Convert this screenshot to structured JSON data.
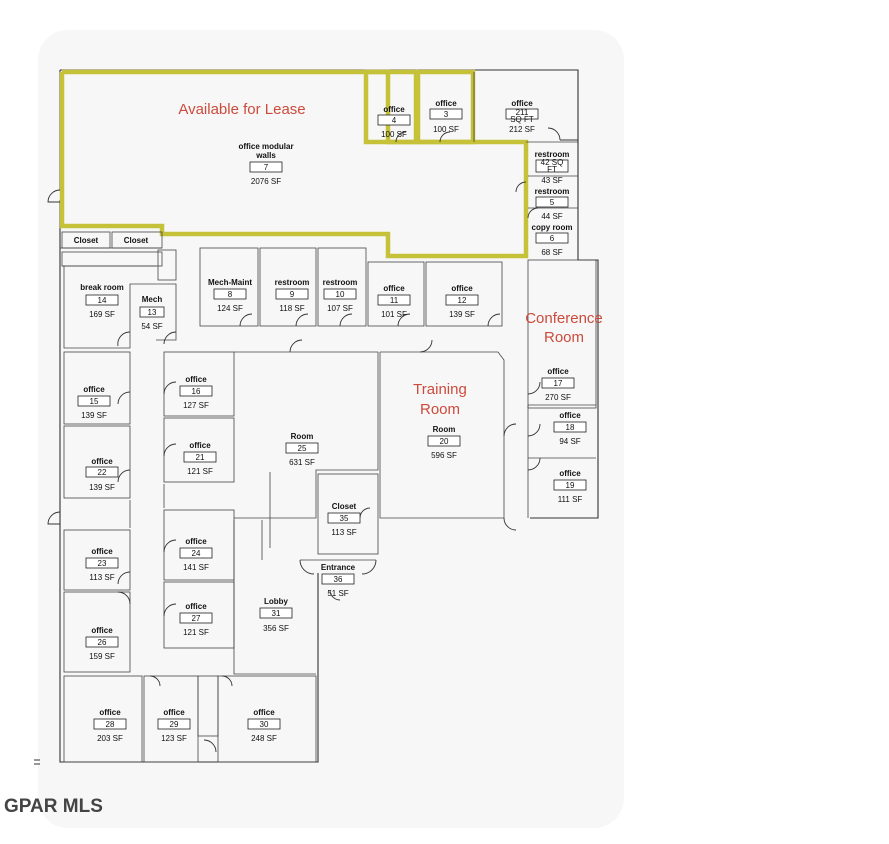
{
  "highlights": {
    "available": "Available for Lease",
    "conference_1": "Conference",
    "conference_2": "Room",
    "training_1": "Training",
    "training_2": "Room"
  },
  "rooms": {
    "r7": {
      "label": "office modular",
      "label2": "walls",
      "num": "7",
      "sf": "2076 SF"
    },
    "r4": {
      "label": "office",
      "num": "4",
      "sf": "100 SF"
    },
    "r3": {
      "label": "office",
      "num": "3",
      "sf": "100 SF"
    },
    "r211": {
      "label": "office",
      "num": "211",
      "label2": "SQ FT",
      "sf": "212 SF"
    },
    "r42": {
      "label": "restroom",
      "num": "42 SQ",
      "label2": "FT",
      "sf": "43 SF"
    },
    "r5": {
      "label": "restroom",
      "num": "5",
      "sf": "44 SF"
    },
    "r6": {
      "label": "copy room",
      "num": "6",
      "sf": "68 SF"
    },
    "closet_a": {
      "label": "Closet"
    },
    "closet_b": {
      "label": "Closet"
    },
    "r14": {
      "label": "break room",
      "num": "14",
      "sf": "169 SF"
    },
    "r13": {
      "label": "Mech",
      "num": "13",
      "sf": "54 SF"
    },
    "r8": {
      "label": "Mech-Maint",
      "num": "8",
      "sf": "124 SF"
    },
    "r9": {
      "label": "restroom",
      "num": "9",
      "sf": "118 SF"
    },
    "r10": {
      "label": "restroom",
      "num": "10",
      "sf": "107 SF"
    },
    "r11": {
      "label": "office",
      "num": "11",
      "sf": "101 SF"
    },
    "r12": {
      "label": "office",
      "num": "12",
      "sf": "139 SF"
    },
    "r17": {
      "label": "office",
      "num": "17",
      "sf": "270 SF"
    },
    "r18": {
      "label": "office",
      "num": "18",
      "sf": "94 SF"
    },
    "r19": {
      "label": "office",
      "num": "19",
      "sf": "111 SF"
    },
    "r15": {
      "label": "office",
      "num": "15",
      "sf": "139 SF"
    },
    "r22": {
      "label": "office",
      "num": "22",
      "sf": "139 SF"
    },
    "r16": {
      "label": "office",
      "num": "16",
      "sf": "127 SF"
    },
    "r21": {
      "label": "office",
      "num": "21",
      "sf": "121 SF"
    },
    "r25": {
      "label": "Room",
      "num": "25",
      "sf": "631 SF"
    },
    "r20": {
      "label": "Room",
      "num": "20",
      "sf": "596 SF"
    },
    "r35": {
      "label": "Closet",
      "num": "35",
      "sf": "113 SF"
    },
    "r36": {
      "label": "Entrance",
      "num": "36",
      "sf": "51 SF"
    },
    "r23": {
      "label": "office",
      "num": "23",
      "sf": "113 SF"
    },
    "r24": {
      "label": "office",
      "num": "24",
      "sf": "141 SF"
    },
    "r27": {
      "label": "office",
      "num": "27",
      "sf": "121 SF"
    },
    "r31": {
      "label": "Lobby",
      "num": "31",
      "sf": "356 SF"
    },
    "r26": {
      "label": "office",
      "num": "26",
      "sf": "159 SF"
    },
    "r28": {
      "label": "office",
      "num": "28",
      "sf": "203 SF"
    },
    "r29": {
      "label": "office",
      "num": "29",
      "sf": "123 SF"
    },
    "r30": {
      "label": "office",
      "num": "30",
      "sf": "248 SF"
    }
  },
  "watermark": "GPAR MLS",
  "colors": {
    "lease_outline": "#c5c23a",
    "highlight_text": "#cc4b3c"
  }
}
